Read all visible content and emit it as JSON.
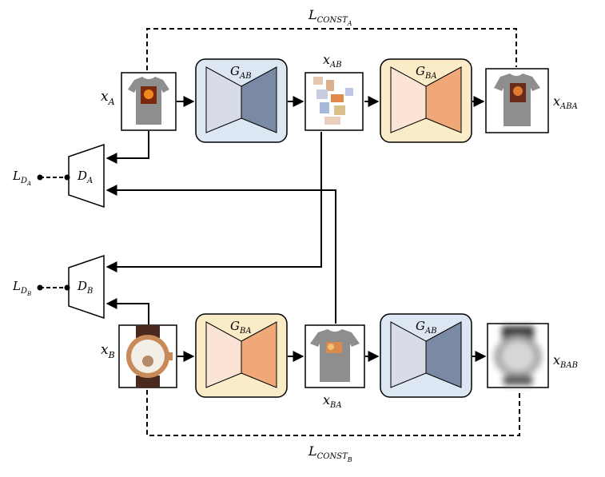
{
  "labels": {
    "xA": {
      "base": "x",
      "sub": "A"
    },
    "xAB": {
      "base": "x",
      "sub": "AB"
    },
    "xABA": {
      "base": "x",
      "sub": "ABA"
    },
    "xB": {
      "base": "x",
      "sub": "B"
    },
    "xBA": {
      "base": "x",
      "sub": "BA"
    },
    "xBAB": {
      "base": "x",
      "sub": "BAB"
    },
    "gAB_top": {
      "base": "G",
      "sub": "AB"
    },
    "gBA_top": {
      "base": "G",
      "sub": "BA"
    },
    "gBA_bottom": {
      "base": "G",
      "sub": "BA"
    },
    "gAB_bottom": {
      "base": "G",
      "sub": "AB"
    },
    "dA": {
      "base": "D",
      "sub": "A"
    },
    "dB": {
      "base": "D",
      "sub": "B"
    },
    "lDA": {
      "base": "L",
      "sub": "D",
      "subsub": "A"
    },
    "lDB": {
      "base": "L",
      "sub": "D",
      "subsub": "B"
    },
    "lConstA": {
      "base": "L",
      "sub": "CONST",
      "subsub": "A"
    },
    "lConstB": {
      "base": "L",
      "sub": "CONST",
      "subsub": "B"
    }
  },
  "colors": {
    "gab_box_bg": "#dde7f4",
    "gab_left": "#d7dce6",
    "gab_right": "#7b8aa4",
    "gba_box_bg": "#fbecc8",
    "gba_left": "#fbe4d6",
    "gba_right": "#f1a878",
    "shirt": "#8e8e8e",
    "watch_gold": "#c98a5a",
    "watch_strap": "#4a2a1e"
  },
  "icons": {
    "xA": "tshirt-image",
    "xAB": "reconstructed-noise-image",
    "xABA": "tshirt-image",
    "xB": "watch-image",
    "xBA": "tshirt-image",
    "xBAB": "blurred-watch-image"
  }
}
